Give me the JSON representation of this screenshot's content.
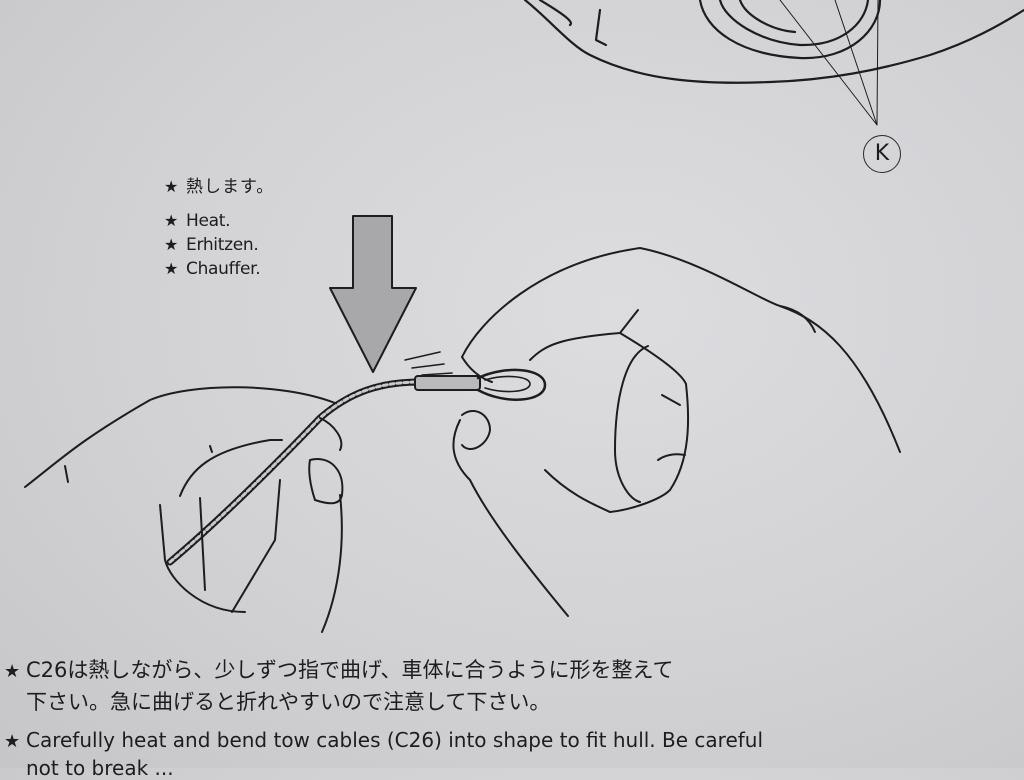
{
  "document": {
    "type": "model kit assembly instruction page",
    "colors": {
      "paper": "#d4d4d7",
      "ink": "#1d1d1f",
      "arrow_fill": "#a8a8aa"
    }
  },
  "heat_callout": {
    "icon": "star-bullet-icon",
    "lines": [
      {
        "bullet": "★",
        "text": "熱します。"
      },
      {
        "bullet": "★",
        "text": "Heat."
      },
      {
        "bullet": "★",
        "text": "Erhitzen."
      },
      {
        "bullet": "★",
        "text": "Chauffer."
      }
    ]
  },
  "part_label": {
    "letter": "K"
  },
  "illustration": {
    "arrow": "down-arrow-icon",
    "subject": "two hands bending a tow cable with an eyelet end"
  },
  "instructions": {
    "japanese": {
      "bullet": "★",
      "line1": "C26は熱しながら、少しずつ指で曲げ、車体に合うように形を整えて",
      "line2": "下さい。急に曲げると折れやすいので注意して下さい。"
    },
    "english": {
      "bullet": "★",
      "line1": "Carefully heat and bend tow cables (C26) into shape to fit hull. Be careful",
      "line2": "not to break ..."
    }
  }
}
